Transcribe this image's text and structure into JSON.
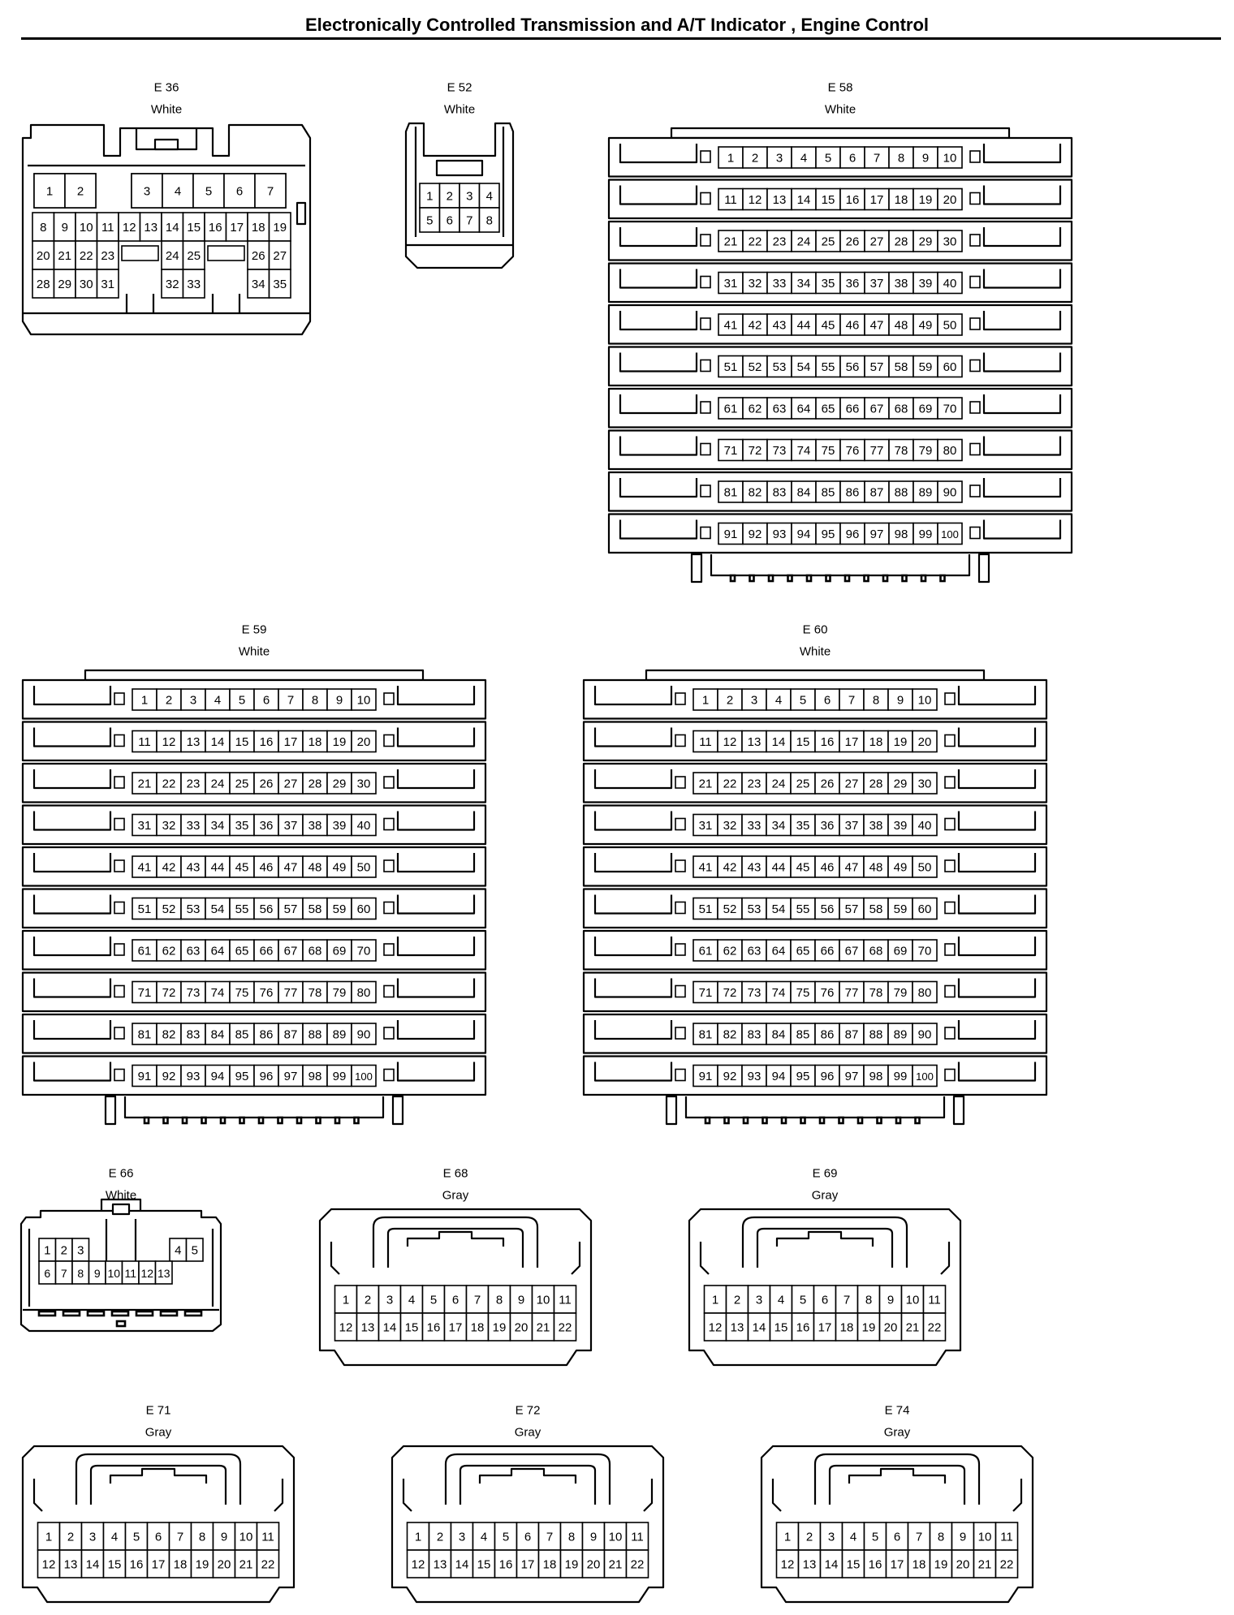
{
  "title": "Electronically Controlled Transmission and A/T Indicator , Engine Control",
  "connectors": [
    {
      "id": "E 36",
      "color": "White",
      "type": "e36"
    },
    {
      "id": "E 52",
      "color": "White",
      "type": "e52"
    },
    {
      "id": "E 58",
      "color": "White",
      "type": "ecu100"
    },
    {
      "id": "E 59",
      "color": "White",
      "type": "ecu100"
    },
    {
      "id": "E 60",
      "color": "White",
      "type": "ecu100"
    },
    {
      "id": "E 66",
      "color": "White",
      "type": "e66"
    },
    {
      "id": "E 68",
      "color": "Gray",
      "type": "pin22"
    },
    {
      "id": "E 69",
      "color": "Gray",
      "type": "pin22"
    },
    {
      "id": "E 71",
      "color": "Gray",
      "type": "pin22"
    },
    {
      "id": "E 72",
      "color": "Gray",
      "type": "pin22"
    },
    {
      "id": "E 74",
      "color": "Gray",
      "type": "pin22"
    }
  ]
}
